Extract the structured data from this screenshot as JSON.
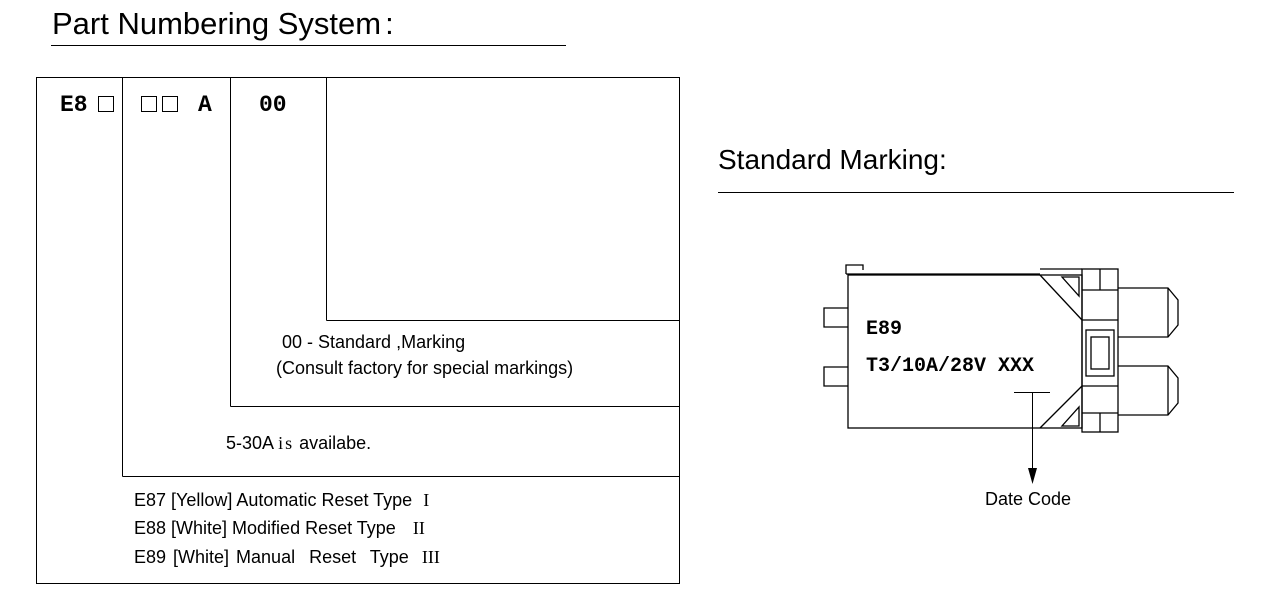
{
  "part_numbering": {
    "title": "Part Numbering System",
    "title_suffix": ":",
    "code": {
      "prefix": "E8",
      "rating_suffix": "A",
      "marking_code": "00"
    },
    "marking_desc": {
      "line1": "00 - Standard ,Marking",
      "line2": "(Consult factory for special markings)"
    },
    "rating_desc": {
      "pre": "5-30A",
      "word": "is",
      "post": "availabe."
    },
    "types": [
      {
        "text": "E87 [Yellow] Automatic Reset Type",
        "numeral": "I"
      },
      {
        "text": "E88 [White] Modified Reset Type",
        "numeral": "II"
      },
      {
        "text": "E89 [White] Manual  Reset  Type",
        "numeral": "III"
      }
    ]
  },
  "standard_marking": {
    "title": "Standard Marking:",
    "device_line1": "E89",
    "device_line2": "T3/10A/28V XXX",
    "callout": "Date Code"
  }
}
